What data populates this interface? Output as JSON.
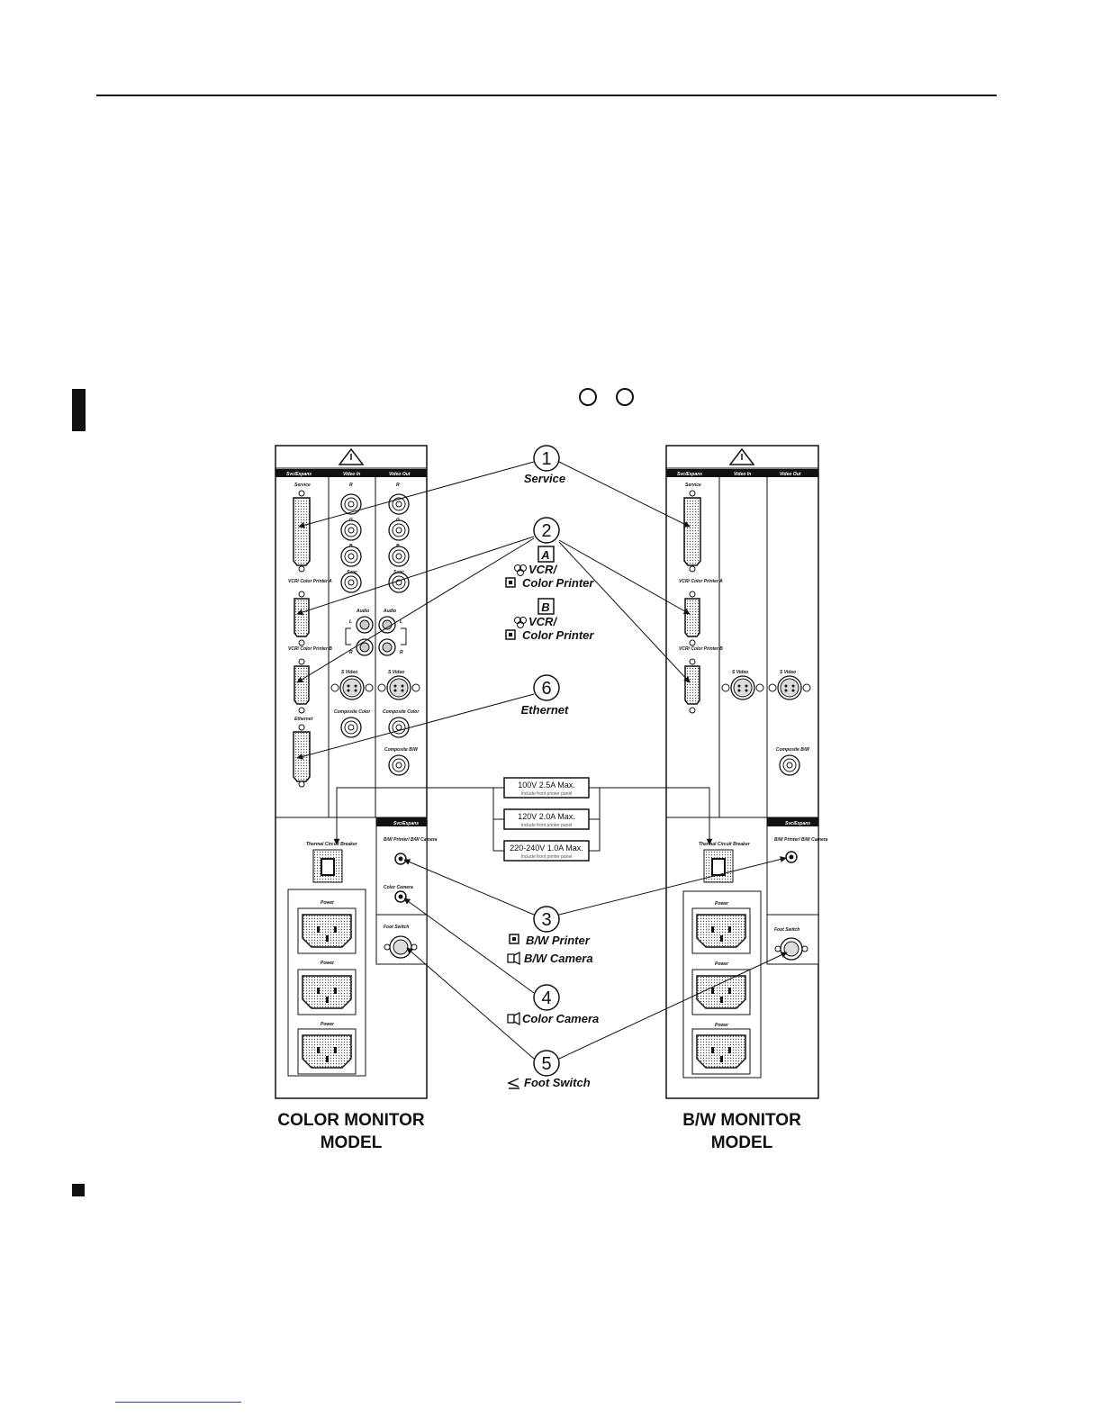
{
  "callouts": [
    {
      "number": "1",
      "label": "Service"
    },
    {
      "number": "2",
      "label_a": "A",
      "label_b": "B",
      "line1": "VCR/",
      "line2": "Color Printer"
    },
    {
      "number": "6",
      "label": "Ethernet"
    },
    {
      "number": "3",
      "line1": "B/W Printer",
      "line2": "B/W Camera"
    },
    {
      "number": "4",
      "label": "Color Camera"
    },
    {
      "number": "5",
      "label": "Foot Switch"
    }
  ],
  "voltage_labels": [
    {
      "rating": "100V 2.5A Max.",
      "note": "Include front printer panel"
    },
    {
      "rating": "120V 2.0A Max.",
      "note": "Include front printer panel"
    },
    {
      "rating": "220-240V 1.0A Max.",
      "note": "Include front printer panel"
    }
  ],
  "models": {
    "color": {
      "title_line1": "COLOR MONITOR",
      "title_line2": "MODEL"
    },
    "bw": {
      "title_line1": "B/W MONITOR",
      "title_line2": "MODEL"
    }
  },
  "panel_labels": {
    "service_header": "Svc/Expans",
    "video_in": "Video In",
    "video_out": "Video Out",
    "service": "Service",
    "r": "R",
    "g": "G",
    "b": "B",
    "sync": "Sync",
    "vcr_a": "VCR/ Color Printer A",
    "vcr_b": "VCR/ Color Printer B",
    "audio": "Audio",
    "left": "L",
    "right": "R",
    "s_video": "S Video",
    "ethernet": "Ethernet",
    "composite_color": "Composite Color",
    "composite_bw": "Composite B/W",
    "thermal_breaker": "Thermal Circuit Breaker",
    "bw_printer_camera": "B/W Printer/ B/W Camera",
    "color_camera": "Color Camera",
    "foot_switch": "Foot Switch",
    "power": "Power",
    "exp_header": "Svc/Expans"
  },
  "icons": [
    "warning-triangle-icon",
    "vcr-icon",
    "printer-icon",
    "camera-icon",
    "foot-switch-icon",
    "power-ac-icon"
  ]
}
